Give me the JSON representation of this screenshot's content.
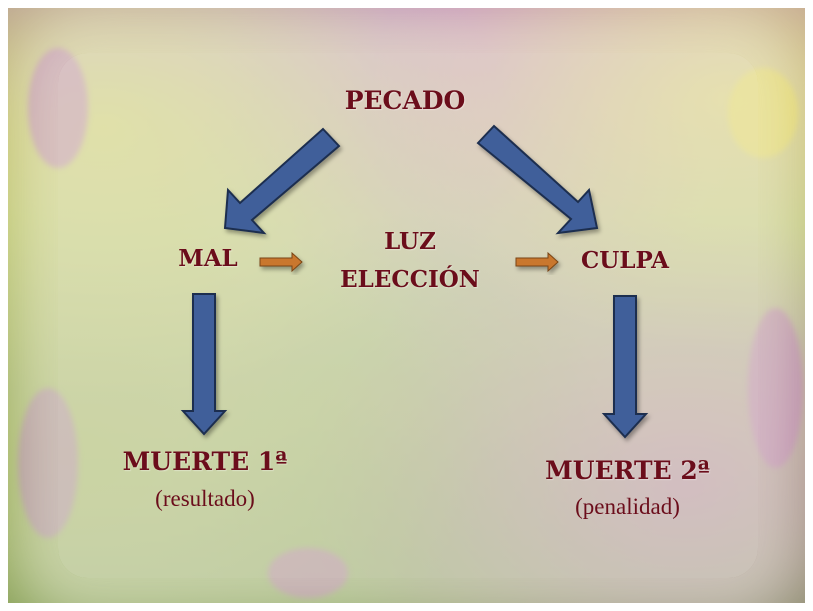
{
  "nodes": {
    "pecado": "PECADO",
    "mal": "MAL",
    "luz": "LUZ",
    "eleccion": "ELECCIÓN",
    "culpa": "CULPA",
    "muerte1": "MUERTE 1ª",
    "muerte1_sub": "(resultado)",
    "muerte2": "MUERTE 2ª",
    "muerte2_sub": "(penalidad)"
  },
  "colors": {
    "text": "#6b0d1b",
    "big_arrow": "#3f5f9a",
    "small_arrow": "#c9772e"
  }
}
